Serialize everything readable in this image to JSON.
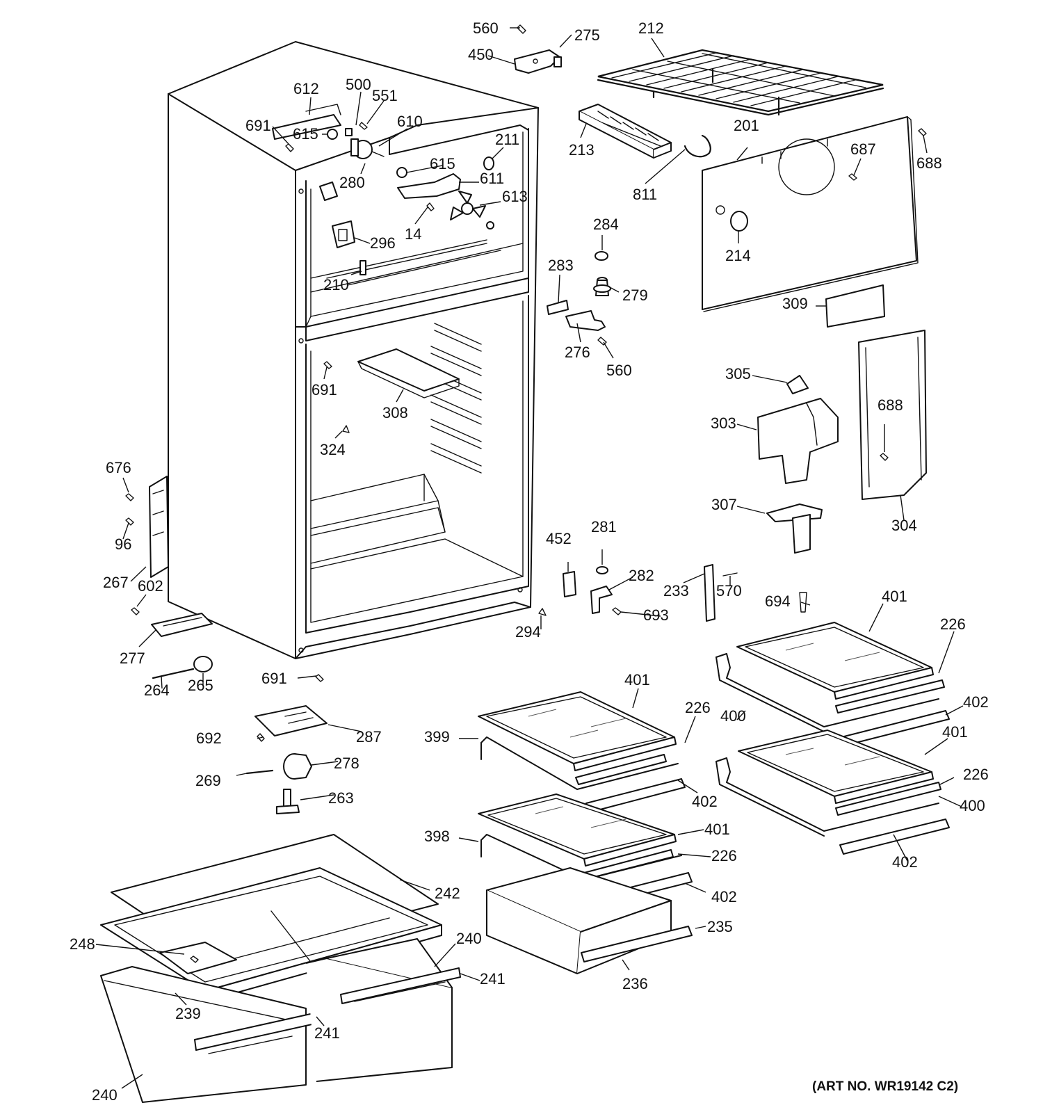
{
  "art_number": "(ART NO. WR19142 C2)",
  "callouts": [
    "560",
    "275",
    "212",
    "450",
    "612",
    "500",
    "551",
    "691",
    "615",
    "610",
    "211",
    "280",
    "615",
    "611",
    "613",
    "14",
    "296",
    "210",
    "213",
    "201",
    "687",
    "688",
    "811",
    "284",
    "214",
    "283",
    "279",
    "309",
    "276",
    "560",
    "691",
    "308",
    "324",
    "305",
    "303",
    "688",
    "307",
    "304",
    "676",
    "96",
    "267",
    "602",
    "277",
    "264",
    "265",
    "691",
    "452",
    "281",
    "282",
    "693",
    "233",
    "570",
    "694",
    "294",
    "401",
    "226",
    "402",
    "400",
    "401",
    "226",
    "402",
    "400",
    "399",
    "401",
    "226",
    "402",
    "398",
    "401",
    "226",
    "402",
    "235",
    "236",
    "692",
    "287",
    "278",
    "269",
    "263",
    "242",
    "248",
    "240",
    "241",
    "239",
    "241",
    "240"
  ]
}
